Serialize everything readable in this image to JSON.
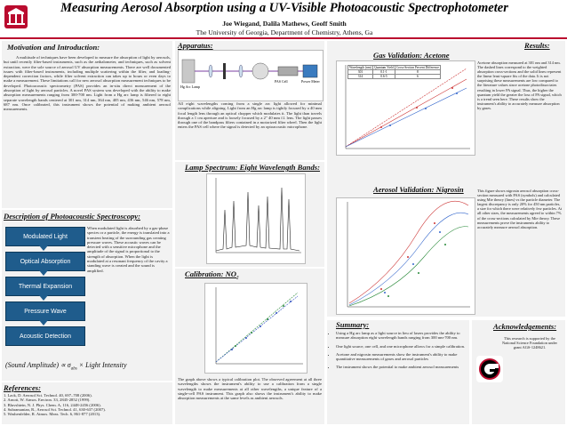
{
  "header": {
    "title": "Measuring Aerosol Absorption using a UV-Visible Photoacoustic Spectrophotometer",
    "authors": "Joe Wiegand, Dalila Mathews, Geoff Smith",
    "affiliation": "The University of Georgia, Department of Chemistry, Athens, Ga"
  },
  "colors": {
    "accent": "#ba0c2f",
    "flow_box": "#1f5c8c",
    "panel": "#f2f2f2"
  },
  "motivation": {
    "title": "Motivation and Introduction:",
    "text": "A multitude of techniques have been developed to measure the absorption of light by aerosols, but until recently filter-based instruments, such as the aethalometer, and techniques, such as solvent extraction, were the sole source of aerosol UV absorption measurements. There are well documented issues with filter-based instruments, including multiple scattering within the filter, and loading-dependent correction factors, while filter solvent extraction can takes up to hours or even days to make a measurement. These limitations call for new aerosol absorption measurement techniques to be developed. Photoacoustic spectrometry (PAS) provides an in-situ direct measurement of the absorption of light by aerosol particles. A novel PAS system was developed with the ability to make absorption measurements ranging from 300-700 nm. Light from a Hg arc lamp is filtered to eight separate wavelength bands centered at 301 nm, 314 nm, 364 nm, 405 nm, 436 nm, 546 nm, 578 nm, 687 nm. Once calibrated, this instrument shows the potential of making ambient aerosol measurements."
  },
  "description": {
    "title": "Description of Photoacoustic Spectroscopy:",
    "flow": [
      "Modulated Light",
      "Optical Absorption",
      "Thermal Expansion",
      "Pressure Wave",
      "Acoustic Detection"
    ],
    "text": "When modulated light is absorbed by a gas-phase species or a particle, the energy is translated into a transient heating of the surrounding gas creating pressure waves. These acoustic waves can be detected with a sensitive microphone and the amplitude of the signal is proportional to the strength of absorption. When the light is modulated at a resonant frequency of the cavity a standing wave is created and the sound is amplified.",
    "formula": "(Sound Amplitude) ∝ σabs × Light Intensity"
  },
  "references": {
    "title": "References:",
    "items": [
      "1. Lack, D. Aerosol Sci. Technol. 40, 697–708 (2006).",
      "2. Arnott, W. Atmos. Environ. 33, 2845-2852 (1999).",
      "3. Bluvshtein, N. J. Phys. Chem. A, 116, 2448-2456 (2006).",
      "4. Subramanian, R., Aerosol Sci. Technol. 41, 630-637 (2007).",
      "5. Washenfelder, R. Atmos. Meas. Tech. 6, 861-877 (2013)."
    ]
  },
  "apparatus": {
    "title": "Apparatus:",
    "text": "All eight wavelengths coming from a single arc light allowed for minimal complications while aligning. Light from an Hg arc lamp is tightly focused by a 40 mm focal length lens through an optical chopper which modulates it. The light than travels through a 1 cm aperture and is loosely focused by a 2\" 40 mm f.l. lens. The light passes through one of the bandpass filters contained in a motorized filter wheel. Then the light enters the PAS cell where the signal is detected by an optoacoustic microphone.",
    "labels": {
      "lamp": "Hg Arc Lamp",
      "power": "Power Meter",
      "cell": "PAS Cell"
    }
  },
  "lamp_spectrum": {
    "title": "Lamp Spectrum: Eight Wavelength Bands:"
  },
  "calibration": {
    "title": "Calibration: NO2",
    "text": "The graph above shows a typical calibration plot. The observed agreement at all three wavelengths shows the instrument's ability to use a calibration from a single wavelength to make measurements at all other wavelengths, a unique feature of a single-cell PAS instrument. This graph also shows the instrument's ability to make absorption measurements at the same levels as ambient aerosols."
  },
  "results": {
    "title": "Results:",
    "gas_title": "Gas Validation: Acetone",
    "table_header": [
      "Wavelength (nm)",
      "Quantum Yield",
      "Cross-Section Percent Difference"
    ],
    "table_rows": [
      [
        "301",
        "0.1-1",
        "8"
      ],
      [
        "314",
        "0.6-5",
        "6"
      ]
    ],
    "gas_text": "Acetone absorption measured at 301 nm and 314 nm. The dashed lines correspond to the weighted absorption cross-sections and the solid lines represent the linear least-square fits of the data. It is not surprising these measurements are low compared to the literature values since acetone photodissociates resulting in lower PA signal. Thus, the higher the quantum yield the greater the loss of PA signal, which is a trend seen here. These results show the instrument's ability to accurately measure absorption by gases.",
    "nig_title": "Aerosol Validation: Nigrosin",
    "nig_text": "This figure shows nigrosin aerosol absorption cross-section measured with PAS (symbols) and calculated using Mie theory (lines) vs the particle diameter. The largest discrepancy is only 20% for 450 nm particles, a size for which there were relatively few particles. At all other sizes, the measurements agreed to within 7% of the cross-sections calculated by Mie theory. These measurements prove the instruments ability to accurately measure aerosol absorption."
  },
  "summary": {
    "title": "Summary:",
    "items": [
      "Using a Hg arc lamp as a light source in lieu of lasers provides the ability to measure absorption eight wavelength bands ranging from 300 nm-700 nm.",
      "One light source, one cell, and one microphone allows for a simple calibration.",
      "Acetone and nigrosin measurements show the instrument's ability to make quantitative measurements of gases and aerosol particles",
      "The instrument shows the potential to make ambient aerosol measurements"
    ]
  },
  "acknowledgements": {
    "title": "Acknowledgements:",
    "text": "This research is supported by the National Science Foundation under grant AGS-1248621.",
    "logo_letter": "G"
  }
}
